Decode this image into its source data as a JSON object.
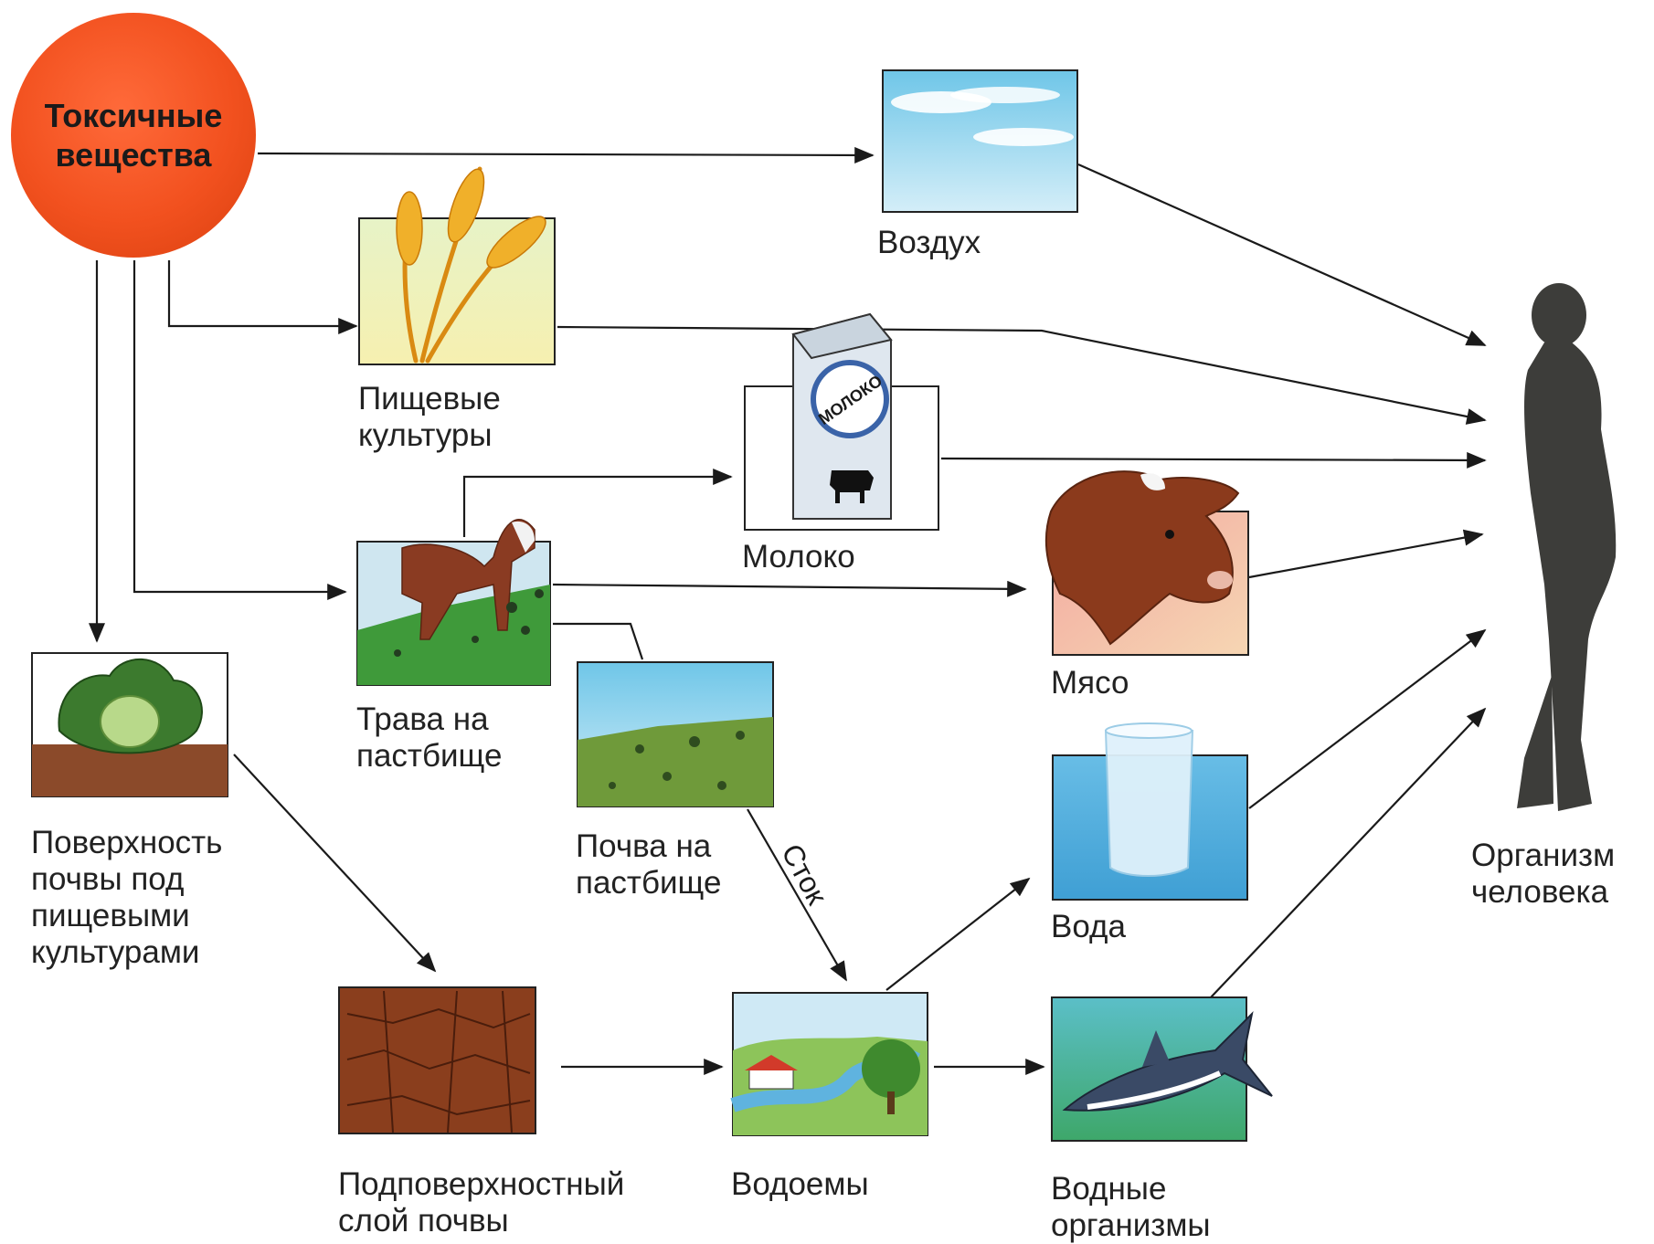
{
  "diagram": {
    "source": {
      "title": "Токсичные\nвещества"
    },
    "nodes": {
      "air": "Воздух",
      "food_crops": "Пищевые\nкультуры",
      "milk": "Молоко",
      "milk_carton_text": "МОЛОКО",
      "pasture_grass": "Трава на\nпастбище",
      "meat": "Мясо",
      "soil_surface": "Поверхность\nпочвы под\nпищевыми\nкультурами",
      "pasture_soil": "Почва на\nпастбище",
      "water": "Вода",
      "subsurface_soil": "Подповерхностный\nслой почвы",
      "water_bodies": "Водоемы",
      "aquatic_organisms": "Водные\nорганизмы",
      "human": "Организм\nчеловека"
    },
    "edge_labels": {
      "runoff": "Сток"
    }
  }
}
